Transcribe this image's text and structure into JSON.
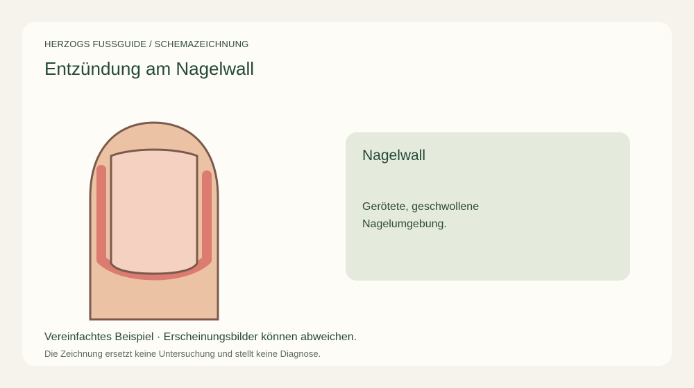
{
  "header": {
    "eyebrow": "HERZOGS FUSSGUIDE / SCHEMAZEICHNUNG",
    "title": "Entzündung am Nagelwall"
  },
  "illustration": {
    "subject": "toe-nail-fold-inflammation",
    "colors": {
      "skin": "#ebc2a4",
      "nail": "#f4d1c1",
      "outline": "#7b5a4d",
      "inflammation": "#dc7b70"
    }
  },
  "info": {
    "title": "Nagelwall",
    "text": "Gerötete, geschwollene Nagelumgebung."
  },
  "footer": {
    "caption": "Vereinfachtes Beispiel · Erscheinungsbilder können abweichen.",
    "disclaimer": "Die Zeichnung ersetzt keine Untersuchung und stellt keine Diagnose."
  },
  "colors": {
    "background": "#f5f3ec",
    "card": "#fdfcf6",
    "info_box": "#e4ebdd",
    "heading": "#244a37"
  }
}
